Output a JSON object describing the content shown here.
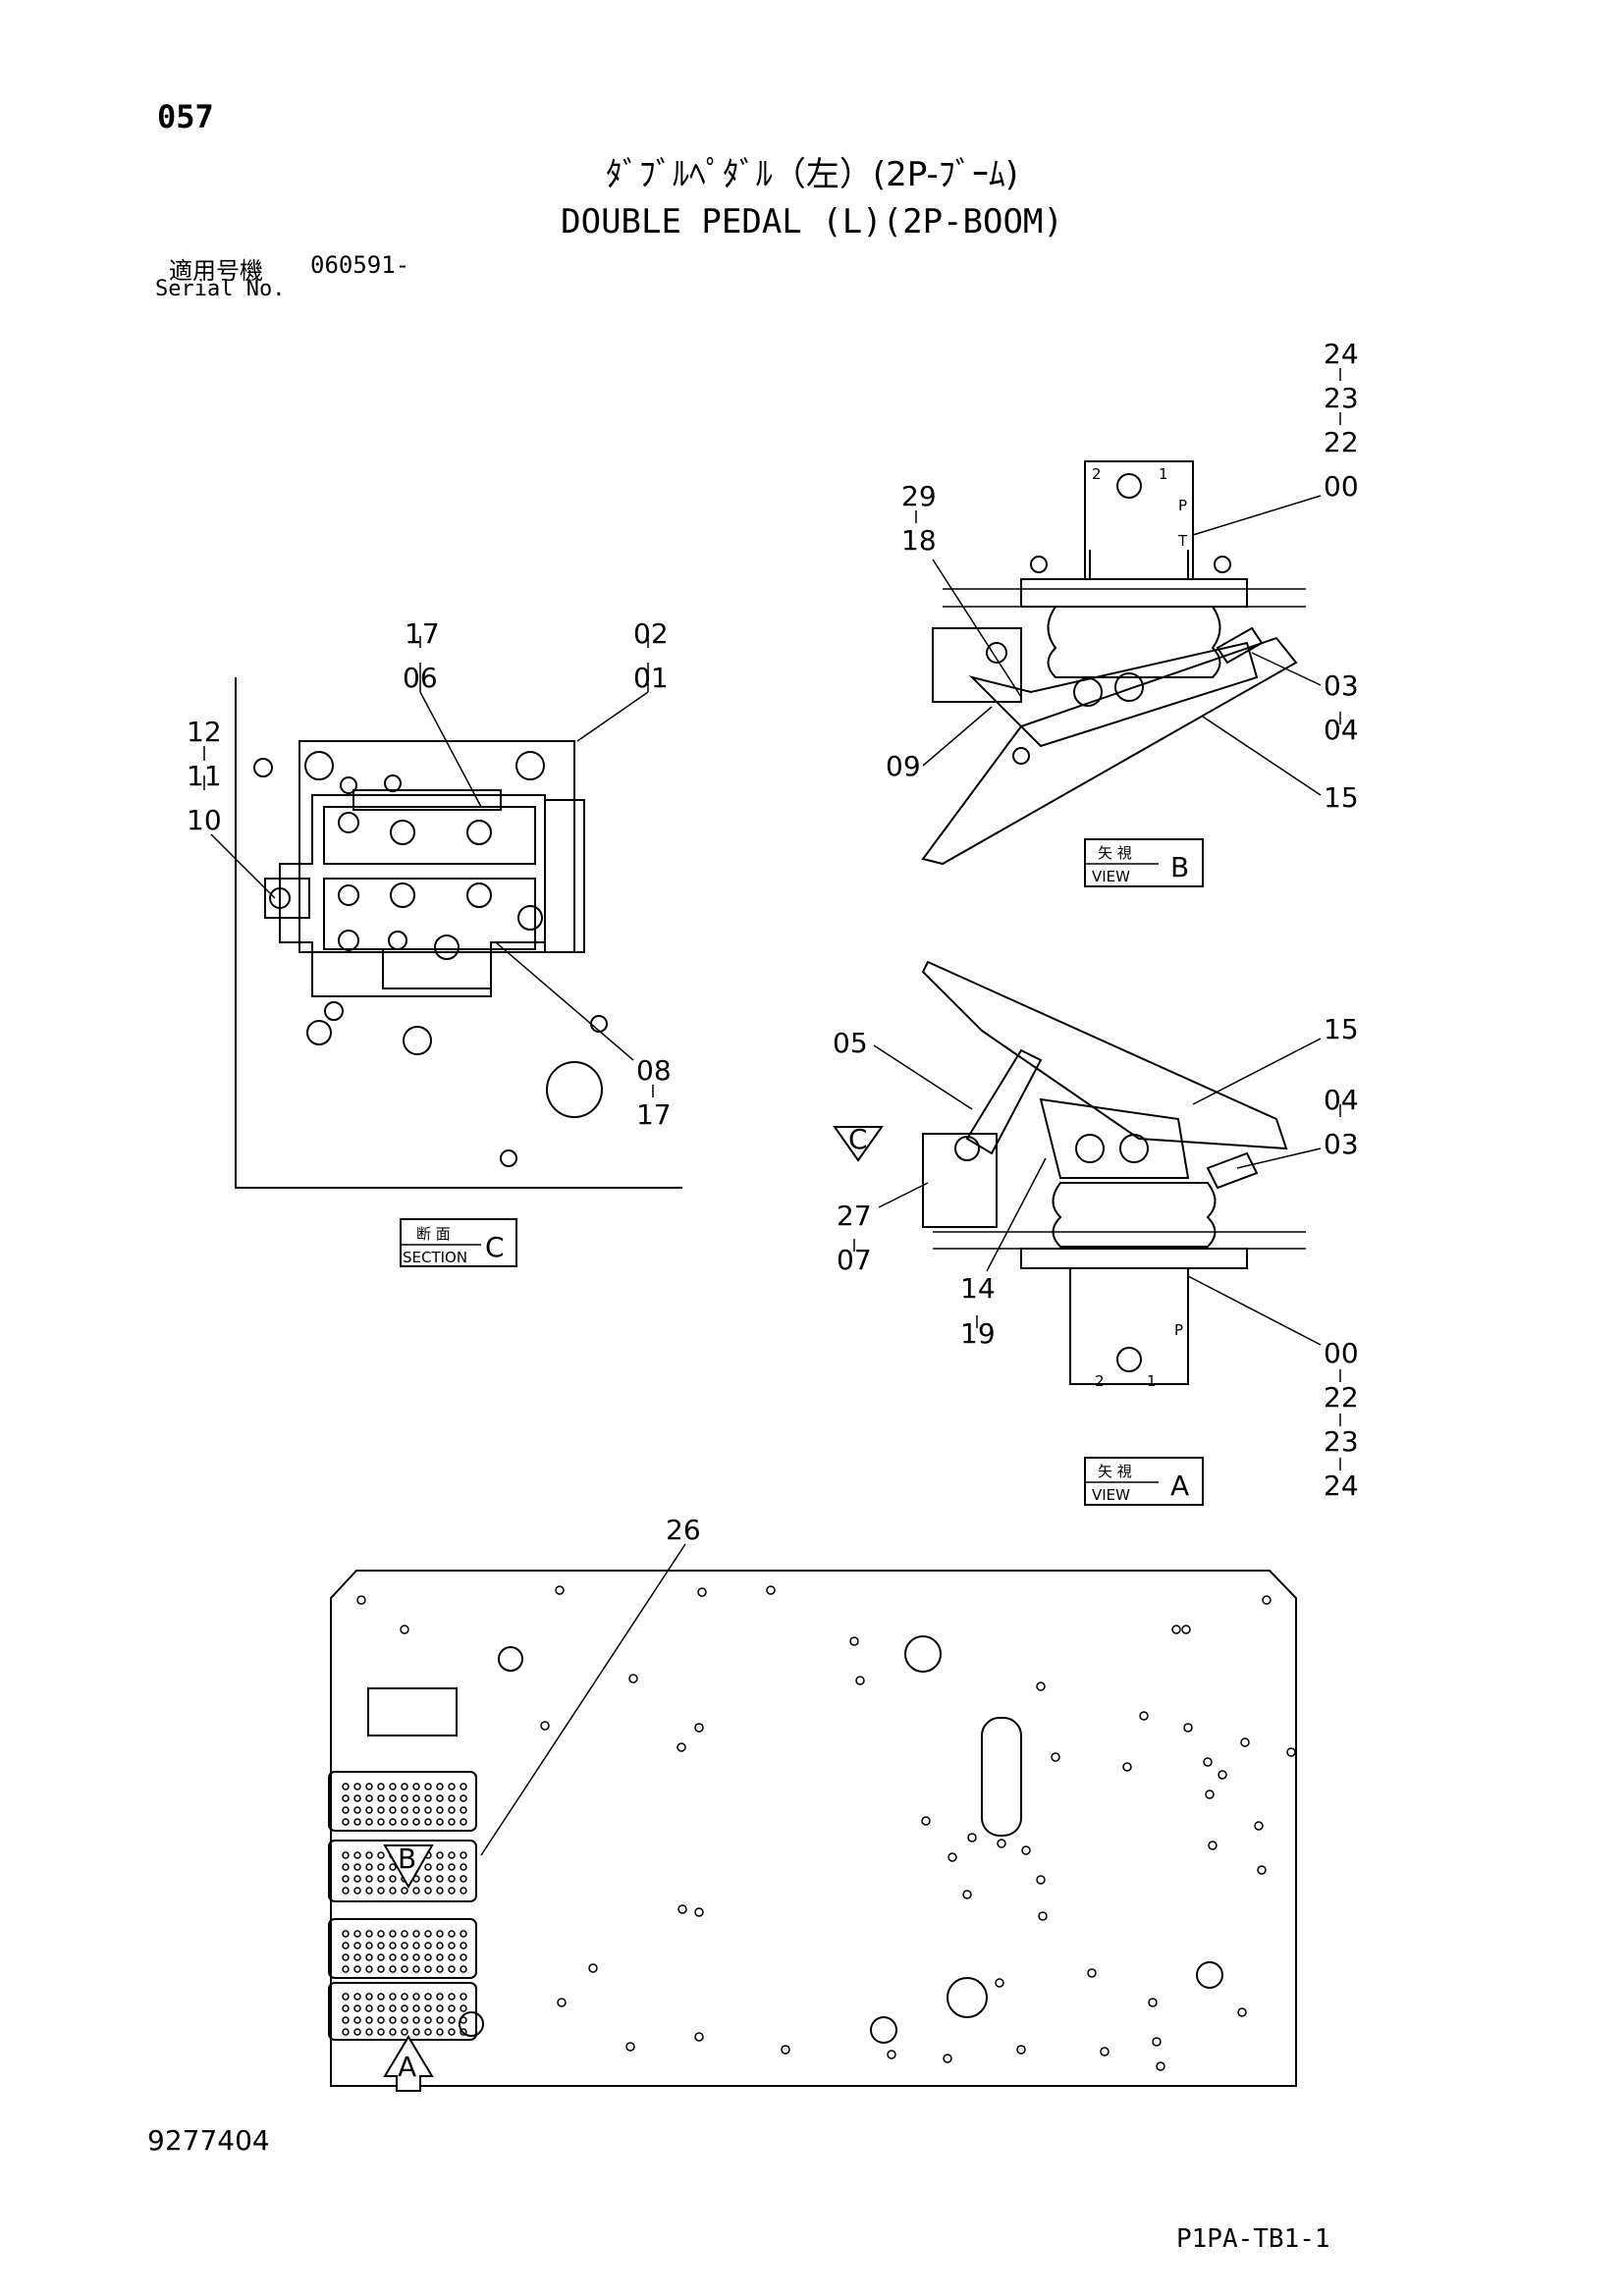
{
  "page_number": "057",
  "title_jp": "ﾀﾞﾌﾞﾙﾍﾟﾀﾞﾙ（左）(2P-ﾌﾞｰﾑ)",
  "title_en": "DOUBLE PEDAL (L)(2P-BOOM)",
  "serial": {
    "label_jp": "適用号機",
    "value": "060591-",
    "label_en": "Serial No."
  },
  "doc_number": "9277404",
  "footer_code": "P1PA-TB1-1",
  "view_labels": {
    "jp_view": "矢 視",
    "view": "VIEW",
    "jp_section": "断 面",
    "section": "SECTION",
    "letter_a": "A",
    "letter_b": "B",
    "letter_c": "C"
  },
  "arrow_letters": {
    "a": "A",
    "b": "B",
    "c": "C"
  },
  "view_c_labels": {
    "l17": "17",
    "l06": "06",
    "l02": "02",
    "l01": "01",
    "l12": "12",
    "l11": "11",
    "l10": "10",
    "l08": "08",
    "l17b": "17"
  },
  "view_b_labels": {
    "l24": "24",
    "l23": "23",
    "l22": "22",
    "l00": "00",
    "l29": "29",
    "l18": "18",
    "l03": "03",
    "l04": "04",
    "l09": "09",
    "l15": "15"
  },
  "view_a_labels": {
    "l05": "05",
    "l15": "15",
    "l04": "04",
    "l03": "03",
    "l27": "27",
    "l07": "07",
    "l14": "14",
    "l19": "19",
    "l00": "00",
    "l22": "22",
    "l23": "23",
    "l24": "24"
  },
  "plate_labels": {
    "l26": "26"
  },
  "port_marks": {
    "p2": "2",
    "p1": "1",
    "pP": "P",
    "pT": "T"
  }
}
